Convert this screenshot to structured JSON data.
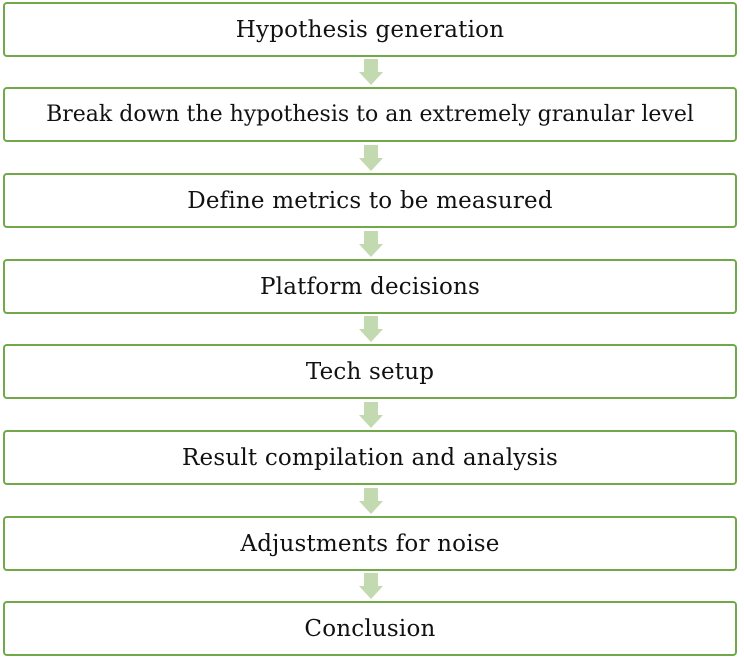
{
  "flowchart": {
    "steps": [
      {
        "label": "Hypothesis generation"
      },
      {
        "label": "Break down the hypothesis to an extremely granular level"
      },
      {
        "label": "Define metrics to be measured"
      },
      {
        "label": "Platform decisions"
      },
      {
        "label": "Tech setup"
      },
      {
        "label": "Result compilation and analysis"
      },
      {
        "label": "Adjustments for noise"
      },
      {
        "label": "Conclusion"
      }
    ],
    "colors": {
      "box_border": "#70a84a",
      "arrow_fill": "#c3d9b0",
      "text": "#111111"
    },
    "connector_icon": "down-arrow-icon"
  }
}
